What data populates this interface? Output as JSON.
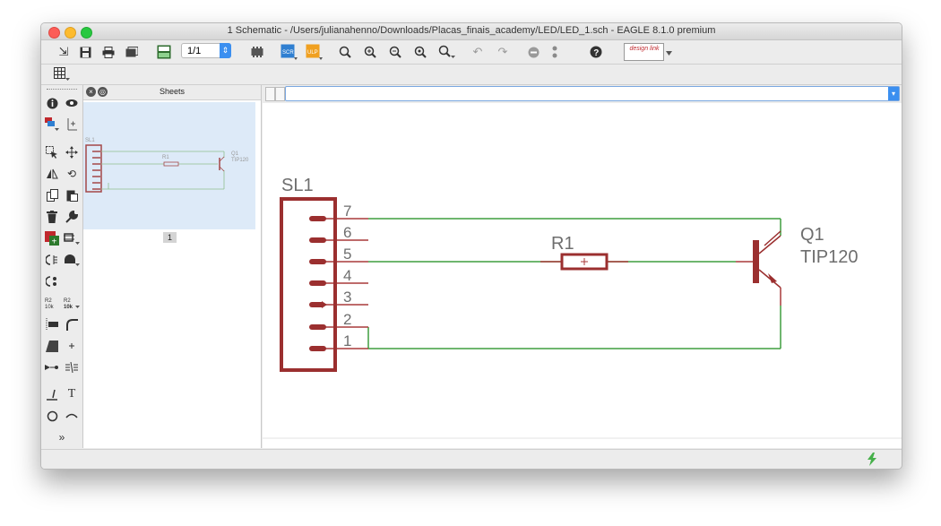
{
  "window": {
    "title": "1 Schematic - /Users/julianahenno/Downloads/Placas_finais_academy/LED/LED_1.sch - EAGLE 8.1.0 premium"
  },
  "toolbar": {
    "sheet_value": "1/1",
    "design_link_label": "design link"
  },
  "sheets_panel": {
    "title": "Sheets",
    "sheet_number": "1",
    "thumb_label_connector": "SL1",
    "thumb_label_resistor": "R1",
    "thumb_label_q": "Q1",
    "thumb_label_q_value": "TIP120"
  },
  "schematic": {
    "connector_name": "SL1",
    "pins": [
      "7",
      "6",
      "5",
      "4",
      "3",
      "2",
      "1"
    ],
    "resistor_name": "R1",
    "transistor_name": "Q1",
    "transistor_value": "TIP120"
  },
  "colors": {
    "part": "#9b2f2f",
    "wire": "#3f9e3f",
    "text": "#6e6e6e",
    "selection": "#ddeaf8",
    "accent": "#3b8ff0"
  },
  "icons": {
    "left_tools": [
      "info-icon",
      "eye-icon",
      "layers-icon",
      "mark-icon",
      "select-icon",
      "move-icon",
      "mirror-icon",
      "rotate-icon",
      "copy-icon",
      "paste-icon",
      "delete-icon",
      "wrench-icon",
      "add-part-icon",
      "replace-icon",
      "pin-swap-icon",
      "gate-swap-icon",
      "invoke-icon",
      "name-icon",
      "value-icon",
      "smash-icon",
      "miter-icon",
      "split-icon",
      "net-icon",
      "bus-icon",
      "line-icon",
      "text-icon",
      "circle-icon",
      "arc-icon",
      "more-icon"
    ]
  }
}
